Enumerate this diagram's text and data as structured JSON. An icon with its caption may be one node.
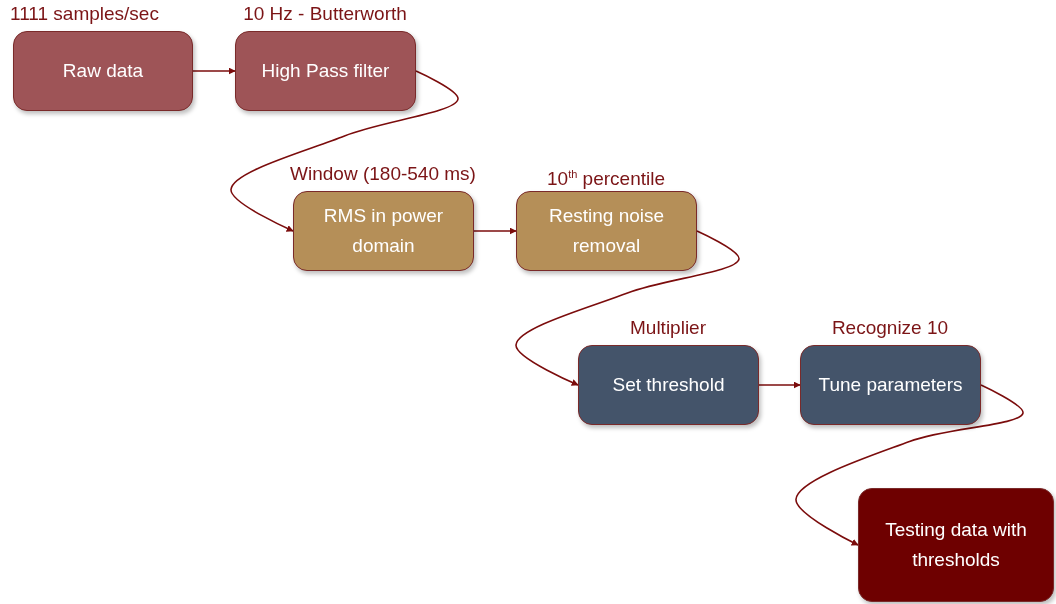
{
  "diagram": {
    "nodes": [
      {
        "text": [
          "1111 samples/sec",
          "Raw data"
        ]
      },
      {
        "text": [
          "10 Hz - Butterworth",
          "High Pass filter"
        ]
      },
      {
        "text": [
          "Window (180-540 ms)",
          "RMS in power domain"
        ]
      },
      {
        "text": [
          "10$^{th}$ percentile",
          "Resting noise removal"
        ]
      },
      {
        "text": [
          "Multiplier",
          "Set threshold"
        ]
      },
      {
        "text": [
          "Recognize 10",
          "Tune parameters"
        ]
      },
      {
        "text": [
          "Testing data with thresholds"
        ]
      }
    ],
    "edges": [
      {
        "from": 0,
        "to": 1,
        "arrow": "to"
      },
      {
        "from": 1,
        "to": 2,
        "arrow": "to"
      },
      {
        "from": 2,
        "to": 3,
        "arrow": "to"
      },
      {
        "from": 3,
        "to": 4,
        "arrow": "to"
      },
      {
        "from": 4,
        "to": 5,
        "arrow": "to"
      },
      {
        "from": 5,
        "to": 6,
        "arrow": "to"
      }
    ]
  }
}
